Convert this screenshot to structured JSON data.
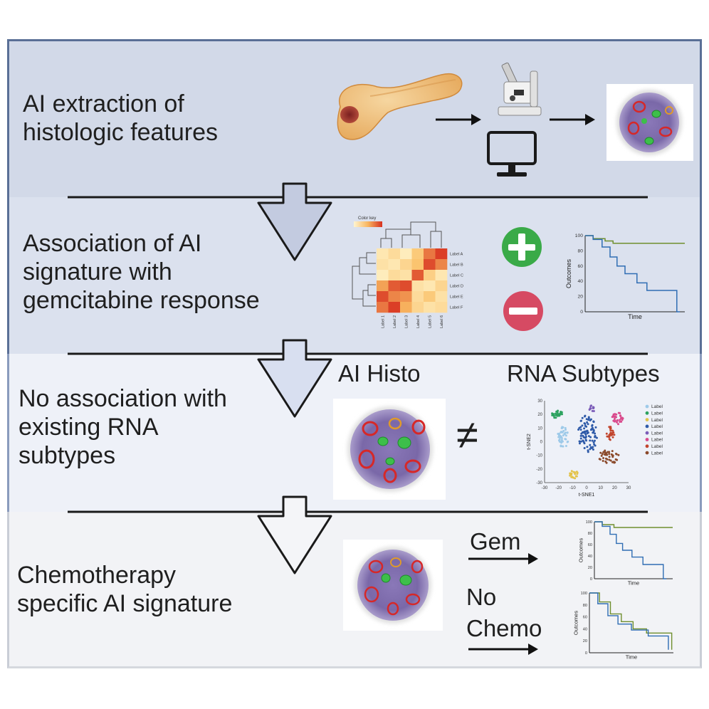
{
  "colors": {
    "panel1": "#d2d9e8",
    "panel2": "#dbe1ee",
    "panel3": "#eef1f8",
    "panel4": "#f2f3f6",
    "border": "#5a6f96",
    "green_line": "#6f8f2e",
    "blue_line": "#2f6db3",
    "plus": "#3aaa48",
    "minus": "#d64a63"
  },
  "steps": [
    {
      "lines": [
        "AI extraction of",
        "histologic features"
      ]
    },
    {
      "lines": [
        "Association of AI",
        "signature with",
        "gemcitabine response"
      ]
    },
    {
      "lines": [
        "No association with",
        "existing RNA",
        "subtypes"
      ]
    },
    {
      "lines": [
        "Chemotherapy",
        "specific AI signature"
      ]
    }
  ],
  "panel3_labels": {
    "ai_histo": "AI Histo",
    "rna_subtypes": "RNA Subtypes",
    "not_equal": "≠"
  },
  "panel4_labels": {
    "gem": "Gem",
    "no_chemo_1": "No",
    "no_chemo_2": "Chemo"
  },
  "heatmap": {
    "color_key": "Color key",
    "row_labels": [
      "Label A",
      "Label B",
      "Label C",
      "Label D",
      "Label E",
      "Label F"
    ],
    "col_labels": [
      "Label 1",
      "Label 2",
      "Label 3",
      "Label 4",
      "Label 5",
      "Label 6"
    ],
    "values": [
      [
        0.15,
        0.25,
        0.1,
        0.4,
        0.75,
        0.95
      ],
      [
        0.2,
        0.15,
        0.3,
        0.45,
        0.9,
        0.7
      ],
      [
        0.1,
        0.25,
        0.2,
        0.85,
        0.35,
        0.15
      ],
      [
        0.6,
        0.85,
        0.9,
        0.2,
        0.15,
        0.3
      ],
      [
        0.9,
        0.7,
        0.65,
        0.25,
        0.4,
        0.2
      ],
      [
        0.75,
        0.95,
        0.55,
        0.3,
        0.2,
        0.25
      ]
    ]
  },
  "km_top": {
    "ylabel": "Outcomes",
    "xlabel": "Time",
    "yticks": [
      "100",
      "80",
      "60",
      "40",
      "20",
      "0"
    ]
  },
  "tsne": {
    "xlabel": "t-SNE1",
    "ylabel": "t-SNE2",
    "xticks": [
      "-30",
      "-20",
      "-10",
      "0",
      "10",
      "20",
      "30"
    ],
    "yticks": [
      "30",
      "20",
      "10",
      "0",
      "-10",
      "-20",
      "-30"
    ],
    "legend": [
      "Label",
      "Label",
      "Label",
      "Label",
      "Label",
      "Label",
      "Label",
      "Label"
    ],
    "legend_colors": [
      "#9ecae9",
      "#2ca25f",
      "#e3c34a",
      "#2e5aa8",
      "#7b5cb8",
      "#d94a8c",
      "#c2452d",
      "#8b4a2b"
    ]
  },
  "km_bottom1": {
    "ylabel": "Outcomes",
    "xlabel": "Time",
    "yticks": [
      "100",
      "80",
      "60",
      "40",
      "20",
      "0"
    ]
  },
  "km_bottom2": {
    "ylabel": "Outcomes",
    "xlabel": "Time",
    "yticks": [
      "100",
      "80",
      "60",
      "40",
      "20",
      "0"
    ]
  }
}
